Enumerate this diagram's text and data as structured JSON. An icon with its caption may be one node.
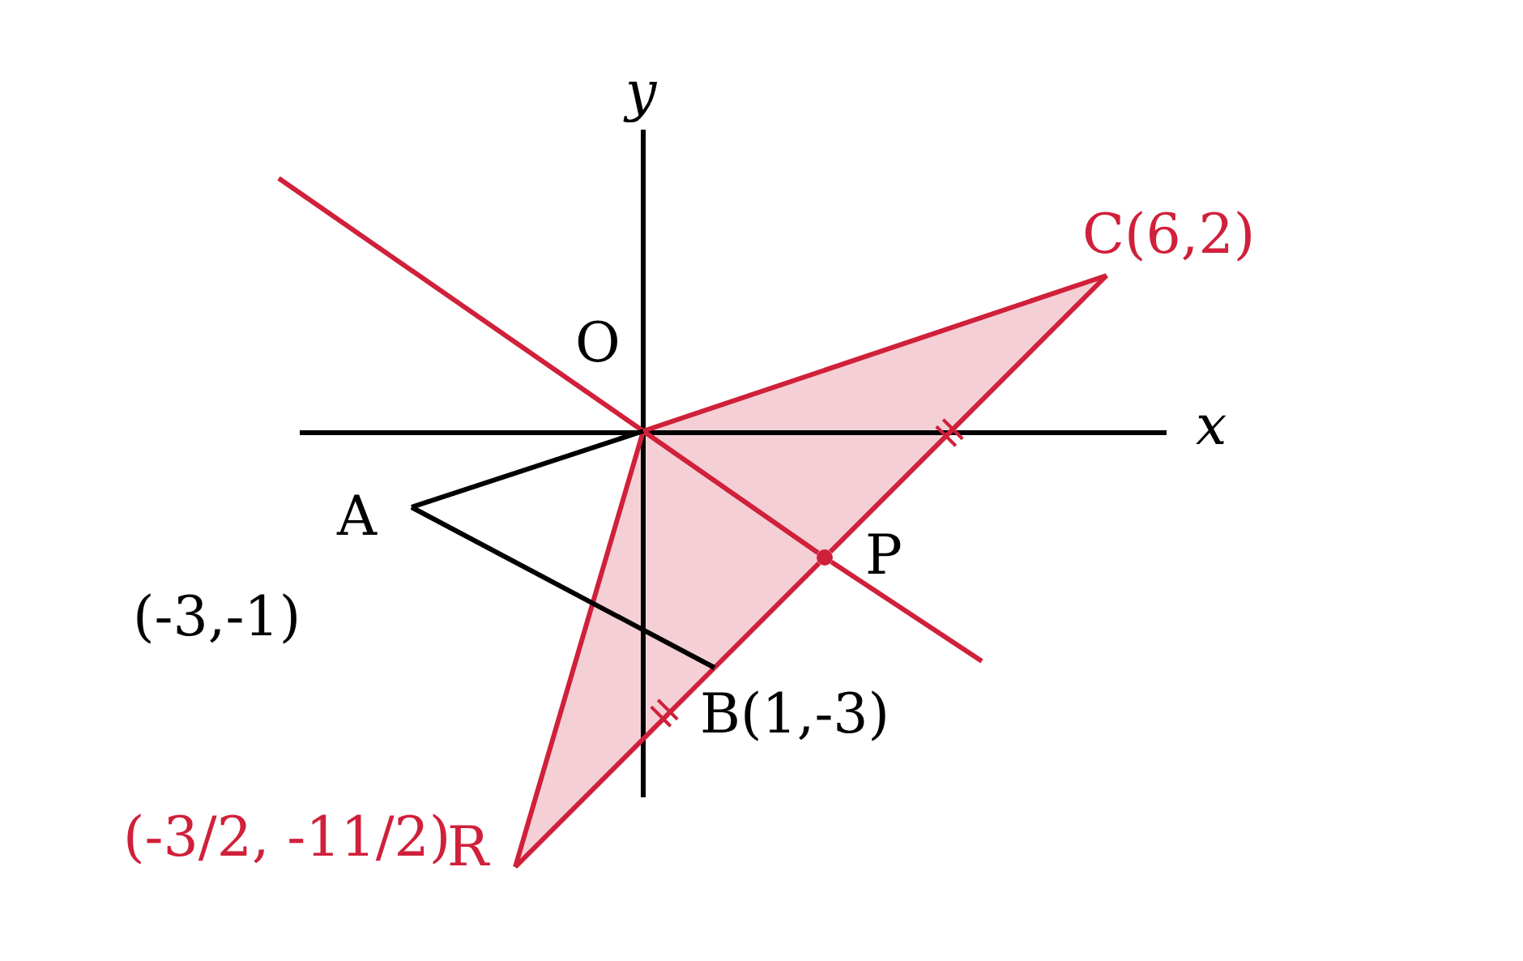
{
  "diagram": {
    "nodes": [
      {
        "text": [
          "O"
        ]
      },
      {
        "text": [
          "A"
        ],
        "beside": [
          "(-3,-1)"
        ]
      },
      {
        "text": [
          "B(1,-3)"
        ]
      },
      {
        "text": [
          "C(6,2)"
        ]
      },
      {
        "text": [
          "P"
        ]
      },
      {
        "text": [
          "R"
        ],
        "beside": [
          "(-3/2, -11/2)"
        ]
      }
    ],
    "edges": [
      {
        "from": null,
        "to": 0,
        "arrow": "none"
      },
      {
        "from": 0,
        "to": 4,
        "arrow": "none"
      },
      {
        "from": 4,
        "to": null,
        "arrow": "none"
      },
      {
        "from": 3,
        "to": 4,
        "arrow": "none"
      },
      {
        "from": 4,
        "to": 2,
        "arrow": "none"
      },
      {
        "from": 2,
        "to": 5,
        "arrow": "none"
      },
      {
        "from": 0,
        "to": 3,
        "arrow": "none"
      },
      {
        "from": 0,
        "to": 5,
        "arrow": "none"
      },
      {
        "from": 0,
        "to": 1,
        "arrow": "none",
        "color": "#000000"
      },
      {
        "from": 1,
        "to": 2,
        "arrow": "none",
        "color": "#000000"
      }
    ],
    "labels": [
      "y",
      "x"
    ]
  }
}
